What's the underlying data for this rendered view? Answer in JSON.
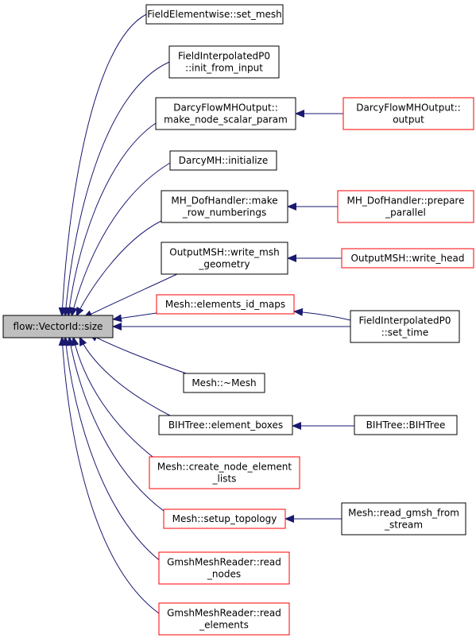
{
  "colors": {
    "edge": "#191970",
    "border_normal": "#000000",
    "border_truncated": "#ff0000",
    "root_fill": "#bfbfbf",
    "node_fill": "#ffffff"
  },
  "nodes": {
    "root": {
      "lines": [
        "flow::VectorId::size"
      ],
      "style": "root"
    },
    "fe_set": {
      "lines": [
        "FieldElementwise::set_mesh"
      ],
      "style": "normal"
    },
    "fip_init": {
      "lines": [
        "FieldInterpolatedP0",
        "::init_from_input"
      ],
      "style": "normal"
    },
    "dfo_make": {
      "lines": [
        "DarcyFlowMHOutput::",
        "make_node_scalar_param"
      ],
      "style": "normal"
    },
    "dfo_out": {
      "lines": [
        "DarcyFlowMHOutput::",
        "output"
      ],
      "style": "truncated"
    },
    "dmh_init": {
      "lines": [
        "DarcyMH::initialize"
      ],
      "style": "normal"
    },
    "mhd_make": {
      "lines": [
        "MH_DofHandler::make",
        "_row_numberings"
      ],
      "style": "normal"
    },
    "mhd_prep": {
      "lines": [
        "MH_DofHandler::prepare",
        "_parallel"
      ],
      "style": "truncated"
    },
    "omsh_geo": {
      "lines": [
        "OutputMSH::write_msh",
        "_geometry"
      ],
      "style": "normal"
    },
    "omsh_head": {
      "lines": [
        "OutputMSH::write_head"
      ],
      "style": "truncated"
    },
    "mesh_eid": {
      "lines": [
        "Mesh::elements_id_maps"
      ],
      "style": "truncated"
    },
    "fip_time": {
      "lines": [
        "FieldInterpolatedP0",
        "::set_time"
      ],
      "style": "normal"
    },
    "mesh_dtor": {
      "lines": [
        "Mesh::~Mesh"
      ],
      "style": "normal"
    },
    "bih_box": {
      "lines": [
        "BIHTree::element_boxes"
      ],
      "style": "normal"
    },
    "bih_tree": {
      "lines": [
        "BIHTree::BIHTree"
      ],
      "style": "normal"
    },
    "mesh_cnel": {
      "lines": [
        "Mesh::create_node_element",
        "_lists"
      ],
      "style": "truncated"
    },
    "mesh_topo": {
      "lines": [
        "Mesh::setup_topology"
      ],
      "style": "truncated"
    },
    "mesh_rgfs": {
      "lines": [
        "Mesh::read_gmsh_from",
        "_stream"
      ],
      "style": "normal"
    },
    "gmr_nodes": {
      "lines": [
        "GmshMeshReader::read",
        "_nodes"
      ],
      "style": "truncated"
    },
    "gmr_elems": {
      "lines": [
        "GmshMeshReader::read",
        "_elements"
      ],
      "style": "truncated"
    }
  }
}
